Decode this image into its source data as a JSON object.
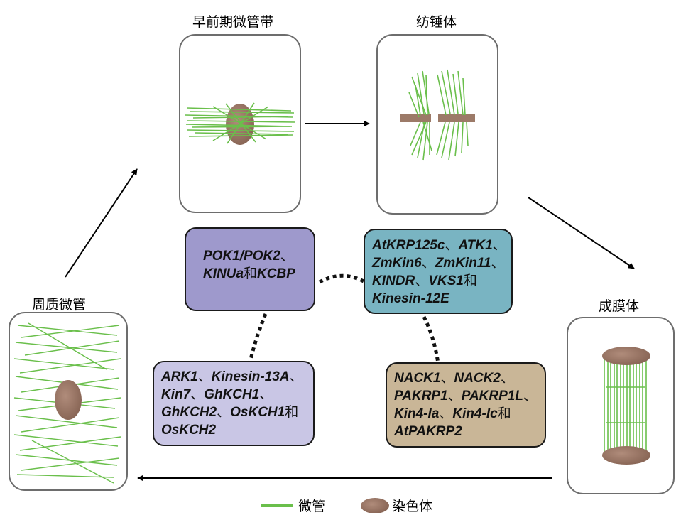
{
  "stages": {
    "preprophase": "早前期微管带",
    "spindle": "纺锤体",
    "phragmoplast": "成膜体",
    "cortical": "周质微管"
  },
  "boxes": {
    "pok": {
      "lines": [
        [
          "POK1/POK2",
          "、"
        ],
        [
          "KINUa",
          "和",
          "KCBP"
        ]
      ]
    },
    "atkrp": {
      "lines": [
        [
          "AtKRP125c",
          "、",
          "ATK1",
          "、"
        ],
        [
          "ZmKin6",
          "、",
          "ZmKin11",
          "、"
        ],
        [
          "KINDR",
          "、",
          "VKS1",
          "和"
        ],
        [
          "Kinesin-12E"
        ]
      ]
    },
    "ark": {
      "lines": [
        [
          "ARK1",
          "、",
          "Kinesin-13A",
          "、"
        ],
        [
          "Kin7",
          "、",
          "GhKCH1",
          "、"
        ],
        [
          "GhKCH2",
          "、",
          "OsKCH1",
          "和"
        ],
        [
          "OsKCH2"
        ]
      ]
    },
    "nack": {
      "lines": [
        [
          "NACK1",
          "、",
          "NACK2",
          "、"
        ],
        [
          "PAKRP1",
          "、",
          "PAKRP1L",
          "、"
        ],
        [
          "Kin4-Ia",
          "、",
          "Kin4-Ic",
          "和"
        ],
        [
          "AtPAKRP2"
        ]
      ]
    }
  },
  "legend": {
    "microtubule": "微管",
    "chromosome": "染色体"
  },
  "colors": {
    "microtubule": "#6abf4b",
    "chromosome": "#9c7a68",
    "pok_box": "#9e99cc",
    "atkrp_box": "#79b4c2",
    "ark_box": "#c9c6e5",
    "nack_box": "#c9b697"
  }
}
